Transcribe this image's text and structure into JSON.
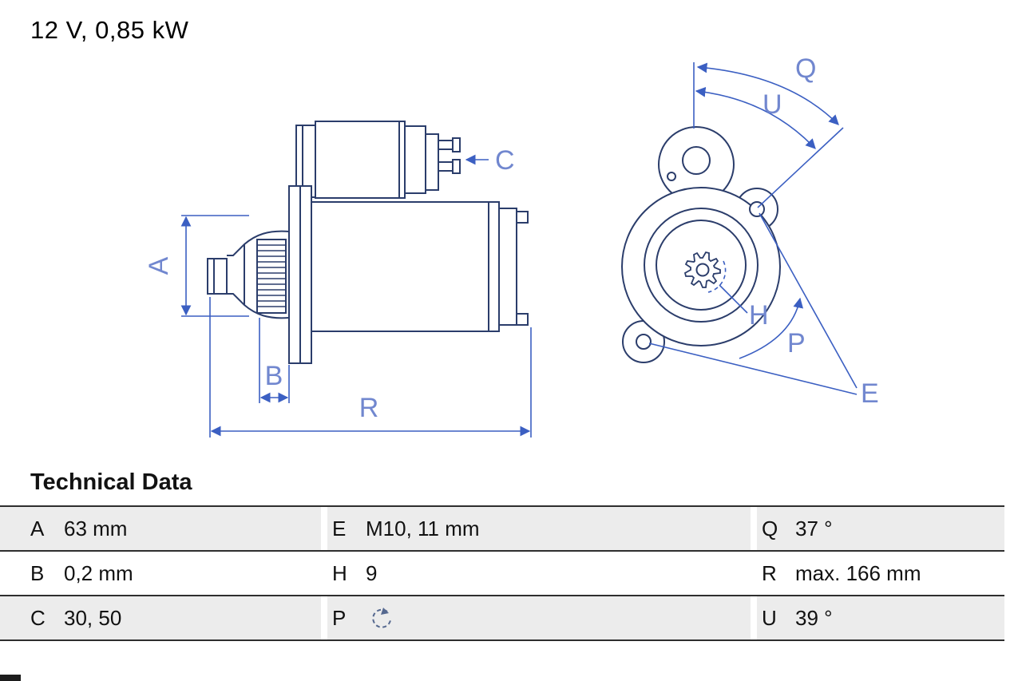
{
  "title": "12 V, 0,85 kW",
  "drawing": {
    "description": "starter-motor technical drawing, side view and mounting flange view",
    "labels": {
      "A": "A",
      "B": "B",
      "C": "C",
      "R": "R",
      "Q": "Q",
      "U": "U",
      "H": "H",
      "P": "P",
      "E": "E"
    }
  },
  "technical_data": {
    "heading": "Technical Data",
    "rows": [
      {
        "cells": [
          {
            "key": "A",
            "value": "63 mm"
          },
          {
            "key": "E",
            "value": "M10, 11 mm"
          },
          {
            "key": "Q",
            "value": "37 °"
          }
        ]
      },
      {
        "cells": [
          {
            "key": "B",
            "value": "0,2 mm"
          },
          {
            "key": "H",
            "value": "9"
          },
          {
            "key": "R",
            "value": "max. 166 mm"
          }
        ]
      },
      {
        "cells": [
          {
            "key": "C",
            "value": "30, 50"
          },
          {
            "key": "P",
            "value": "",
            "icon": "rotation-ccw-icon"
          },
          {
            "key": "U",
            "value": "39 °"
          }
        ]
      }
    ]
  },
  "colors": {
    "outline": "#2b3d6b",
    "dimension": "#3b5fc2",
    "dim_label": "#7187cf",
    "table_stripe": "#ececec",
    "table_border": "#2e2e2e"
  }
}
